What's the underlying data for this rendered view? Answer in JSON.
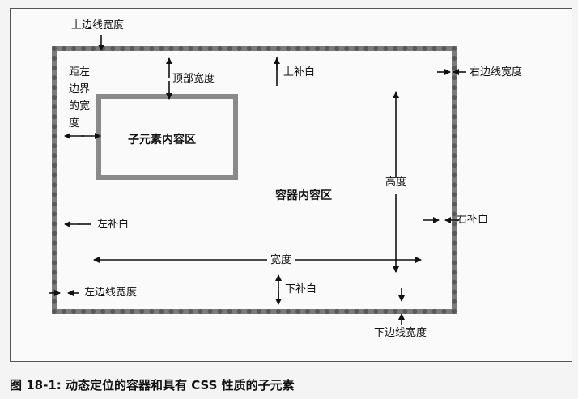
{
  "labels": {
    "top_border_width": "上边线宽度",
    "left_margin_distance": [
      "距左",
      "边界",
      "的宽",
      "度"
    ],
    "top_offset_width": "顶部宽度",
    "top_padding": "上补白",
    "right_border_width": "右边线宽度",
    "child_content_area": "子元素内容区",
    "container_content_area": "容器内容区",
    "height": "高度",
    "right_padding": "右补白",
    "left_padding": "左补白",
    "width": "宽度",
    "left_border_width": "左边线宽度",
    "bottom_padding": "下补白",
    "bottom_border_width": "下边线宽度"
  },
  "caption": "图 18-1:  动态定位的容器和具有 CSS 性质的子元素"
}
